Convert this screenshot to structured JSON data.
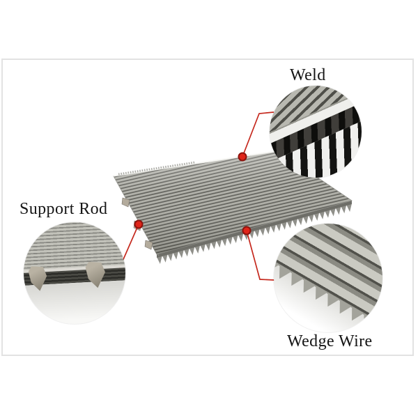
{
  "figure": {
    "description": "Wedge wire screen flat panel with labeled detail callouts",
    "callouts": [
      {
        "id": "weld",
        "label": "Weld"
      },
      {
        "id": "support-rod",
        "label": "Support Rod"
      },
      {
        "id": "wedge-wire",
        "label": "Wedge Wire"
      }
    ]
  },
  "colors": {
    "background": "#ffffff",
    "frame_border": "#e2e2e2",
    "panel_gray": "#adada5",
    "panel_slot_dark": "#5a5a54",
    "accent_red_line": "#c5281d",
    "accent_red_dot": "#e0251a",
    "accent_red_dot_ring": "#8c130d",
    "label_text": "#151515"
  }
}
